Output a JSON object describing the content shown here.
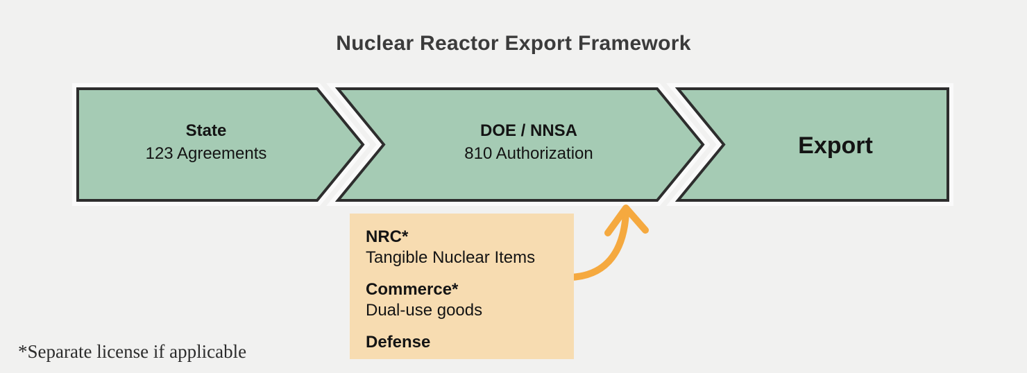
{
  "canvas": {
    "background": "#f1f1f0"
  },
  "title": {
    "text": "Nuclear Reactor Export Framework",
    "color": "#3b3b3b"
  },
  "flow": {
    "shape_fill": "#a5cbb4",
    "shape_border": "#2d2d2d",
    "shape_halo": "#fafafa",
    "steps": [
      {
        "title": "State",
        "subtitle": "123 Agreements"
      },
      {
        "title": "DOE / NNSA",
        "subtitle": "810 Authorization"
      },
      {
        "title": "Export"
      }
    ]
  },
  "agency_box": {
    "background": "#f7dcb1",
    "items": [
      {
        "name": "NRC*",
        "detail": "Tangible Nuclear Items"
      },
      {
        "name": "Commerce*",
        "detail": "Dual-use goods"
      },
      {
        "name": "Defense"
      }
    ]
  },
  "arrow": {
    "color": "#f5a93f"
  },
  "footnote": {
    "text": "*Separate license if applicable"
  }
}
